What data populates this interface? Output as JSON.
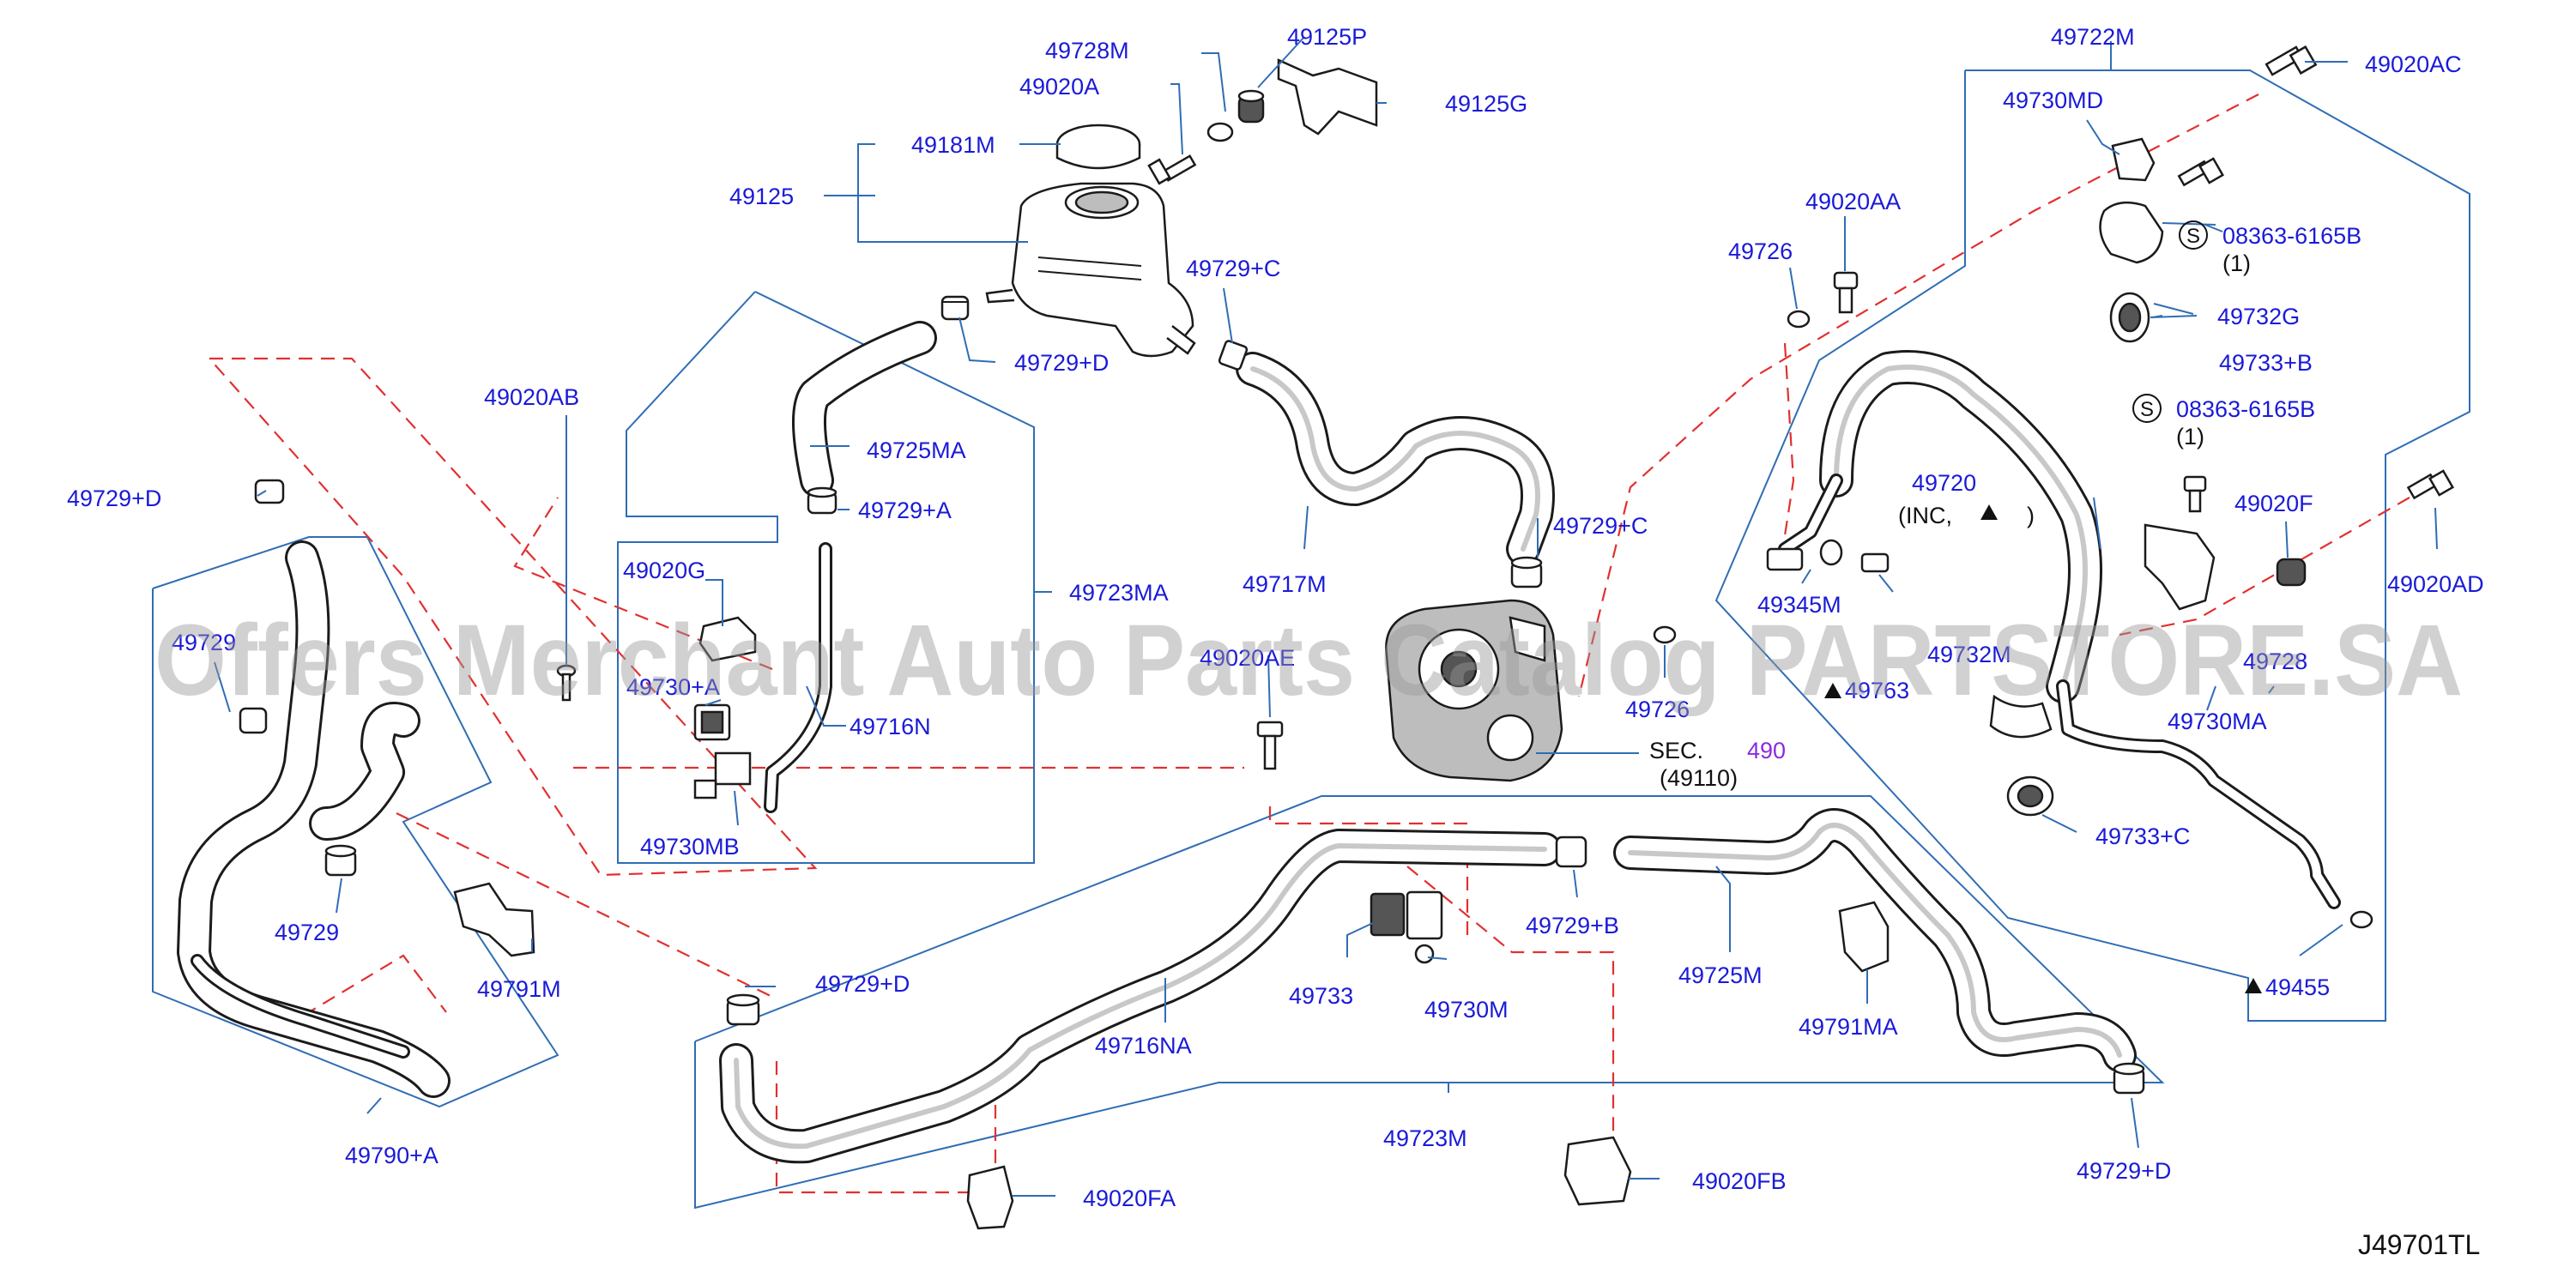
{
  "diagram": {
    "diagram_code": "J49701TL",
    "watermark": "Offers Merchant Auto Parts Catalog PARTSTORE.SA",
    "labels": {
      "p49728M": "49728M",
      "p49125P": "49125P",
      "p49020A": "49020A",
      "p49125G": "49125G",
      "p49181M": "49181M",
      "p49125": "49125",
      "p49729C_top": "49729+C",
      "p49729D_tank": "49729+D",
      "p49020AB": "49020AB",
      "p49725MA": "49725MA",
      "p49729D_left": "49729+D",
      "p49729A": "49729+A",
      "p49020G": "49020G",
      "p49723MA": "49723MA",
      "p49717M": "49717M",
      "p49729C_pump": "49729+C",
      "p49729_left_partial": "49729",
      "p49730A_partial": "49730+A",
      "p49716N": "49716N",
      "p49730MB": "49730MB",
      "p49729": "49729",
      "p49791M": "49791M",
      "p49729D_mid": "49729+D",
      "p49790A": "49790+A",
      "p49020AE_partial": "49020AE",
      "p49726_pump": "49726",
      "sec_label": "SEC.",
      "sec_num": "490",
      "sec_ref": "(49110)",
      "p49729B": "49729+B",
      "p49733": "49733",
      "p49730M": "49730M",
      "p49716NA": "49716NA",
      "p49725M": "49725M",
      "p49791MA": "49791MA",
      "p49723M": "49723M",
      "p49020FA": "49020FA",
      "p49020FB": "49020FB",
      "p49722M": "49722M",
      "p49020AC": "49020AC",
      "p49730MD": "49730MD",
      "p49020AA": "49020AA",
      "p49726": "49726",
      "p08363_top": "08363-6165B",
      "p08363_top_qty": "(1)",
      "p49732G": "49732G",
      "p49733B": "49733+B",
      "p08363_bot": "08363-6165B",
      "p08363_bot_qty": "(1)",
      "p49720": "49720",
      "p49720_inc": "(INC,",
      "p49720_inc_close": ")",
      "p49020F": "49020F",
      "p49020AD": "49020AD",
      "p49345M": "49345M",
      "p49732M_partial": "49732M",
      "p49763": "49763",
      "p49728": "49728",
      "p49730MA": "49730MA",
      "p49733C": "49733+C",
      "p49455": "49455",
      "p49729D_right": "49729+D",
      "s_symbol": "S"
    }
  }
}
